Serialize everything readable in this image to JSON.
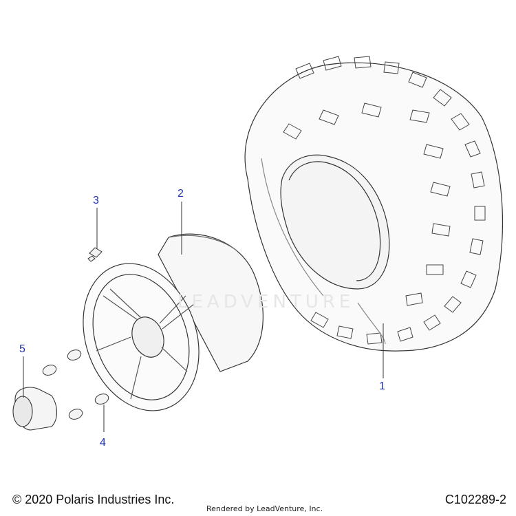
{
  "callouts": [
    {
      "id": "1",
      "label": "1"
    },
    {
      "id": "2",
      "label": "2"
    },
    {
      "id": "3",
      "label": "3"
    },
    {
      "id": "4",
      "label": "4"
    },
    {
      "id": "5",
      "label": "5"
    }
  ],
  "watermark": "LEADVENTURE",
  "footer": {
    "copyright": "© 2020 Polaris Industries Inc.",
    "rendered_by": "Rendered by LeadVenture, Inc.",
    "diagram_code": "C102289-2"
  },
  "colors": {
    "callout": "#1f2fb0",
    "line": "#333333"
  }
}
